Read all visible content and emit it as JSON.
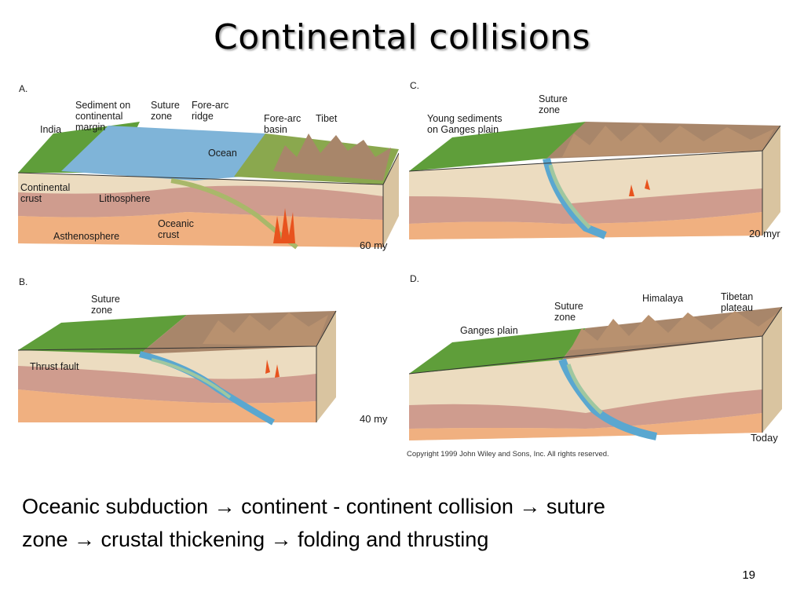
{
  "title": "Continental collisions",
  "panels": {
    "a": {
      "letter": "A.",
      "age": "60 my",
      "labels": {
        "india": "India",
        "sediment": "Sediment on\ncontinental\nmargin",
        "suture": "Suture\nzone",
        "forearc_ridge": "Fore-arc\nridge",
        "forearc_basin": "Fore-arc\nbasin",
        "tibet": "Tibet",
        "ocean": "Ocean",
        "continental_crust": "Continental\ncrust",
        "lithosphere": "Lithosphere",
        "oceanic_crust": "Oceanic\ncrust",
        "asthenosphere": "Asthenosphere"
      }
    },
    "b": {
      "letter": "B.",
      "age": "40 my",
      "labels": {
        "suture": "Suture\nzone",
        "thrust_fault": "Thrust fault"
      }
    },
    "c": {
      "letter": "C.",
      "age": "20 myr",
      "labels": {
        "young_sediments": "Young sediments\non Ganges plain",
        "suture": "Suture\nzone"
      }
    },
    "d": {
      "letter": "D.",
      "age": "Today",
      "labels": {
        "ganges": "Ganges plain",
        "suture": "Suture\nzone",
        "himalaya": "Himalaya",
        "tibetan": "Tibetan\nplateau"
      }
    }
  },
  "copyright": "Copyright 1999 John Wiley and Sons, Inc. All rights reserved.",
  "caption": {
    "line1": "Oceanic subduction → continent - continent collision → suture",
    "line2": "zone → crustal thickening → folding and thrusting"
  },
  "page_number": "19",
  "colors": {
    "land_green": "#5f9e3a",
    "ocean_blue": "#7fb4d8",
    "crust_beige": "#ecdcc0",
    "lithosphere_pink": "#cf9c8e",
    "asthenosphere_orange": "#f0b080",
    "mountain_brown": "#a8866a",
    "magma": "#e8531e"
  }
}
